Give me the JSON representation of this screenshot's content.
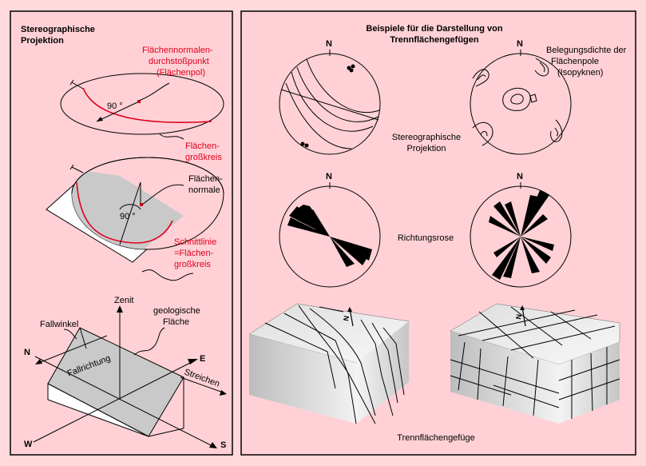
{
  "left_panel": {
    "title": [
      "Stereographische",
      "Projektion"
    ],
    "pole_label": [
      "Flächennormalen-",
      "durchstoßpunkt",
      "(Flächenpol)"
    ],
    "great_circle_label": [
      "Flächen-",
      "großkreis"
    ],
    "normal_label": [
      "Flächen-",
      "normale"
    ],
    "angle_label": "90 °",
    "angle_label2": "90 °",
    "intersection_label": [
      "Schnittlinie",
      "=Flächen-",
      "großkreis"
    ],
    "zenith": "Zenit",
    "geo_plane": [
      "geologische",
      "Fläche"
    ],
    "dip_angle": "Fallwinkel",
    "dip_direction": "Fallrichtung",
    "strike": "Streichen",
    "compass": {
      "n": "N",
      "e": "E",
      "s": "S",
      "w": "W"
    }
  },
  "right_panel": {
    "title": [
      "Beispiele für die Darstellung von",
      "Trennflächengefügen"
    ],
    "north": "N",
    "density_label": [
      "Belegungsdichte der",
      "Flächenpole",
      "(Isopyknen)"
    ],
    "stereo_label": [
      "Stereographische",
      "Projektion"
    ],
    "rose_label": "Richtungsrose",
    "fabric_label": "Trennflächengefüge",
    "arrow_label": "N"
  },
  "colors": {
    "background": "#ffd9dc",
    "panel": "#ffd1d6",
    "accent_red": "#e0001b",
    "shade": "#c8c8c8",
    "block_face": "#e2e2e2"
  }
}
